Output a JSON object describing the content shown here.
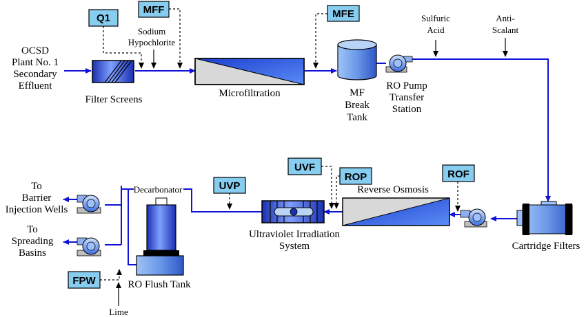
{
  "labels": {
    "source_line1": "OCSD",
    "source_line2": "Plant No. 1",
    "source_line3": "Secondary",
    "source_line4": "Effluent",
    "filter_screens": "Filter Screens",
    "sodium": "Sodium",
    "hypochlorite": "Hypochlorite",
    "microfiltration": "Microfiltration",
    "mf1": "MF",
    "mf2": "Break",
    "mf3": "Tank",
    "ro_pump1": "RO Pump",
    "ro_pump2": "Transfer",
    "ro_pump3": "Station",
    "sulfuric1": "Sulfuric",
    "sulfuric2": "Acid",
    "anti1": "Anti-",
    "anti2": "Scalant",
    "cartridge": "Cartridge Filters",
    "reverse_osmosis": "Reverse Osmosis",
    "uv1": "Ultraviolet Irradiation",
    "uv2": "System",
    "decarbonator": "Decarbonator",
    "ro_flush": "RO Flush Tank",
    "lime": "Lime",
    "barrier1": "To",
    "barrier2": "Barrier",
    "barrier3": "Injection Wells",
    "spread1": "To",
    "spread2": "Spreading",
    "spread3": "Basins"
  },
  "tags": {
    "q1": "Q1",
    "mff": "MFF",
    "mfe": "MFE",
    "uvf": "UVF",
    "rop": "ROP",
    "rof": "ROF",
    "uvp": "UVP",
    "fpw": "FPW"
  },
  "colors": {
    "flow": "#1010d8",
    "tag_fill": "#87cdf0",
    "equipment_blue": "#3a5fe0",
    "dark": "#000000"
  }
}
